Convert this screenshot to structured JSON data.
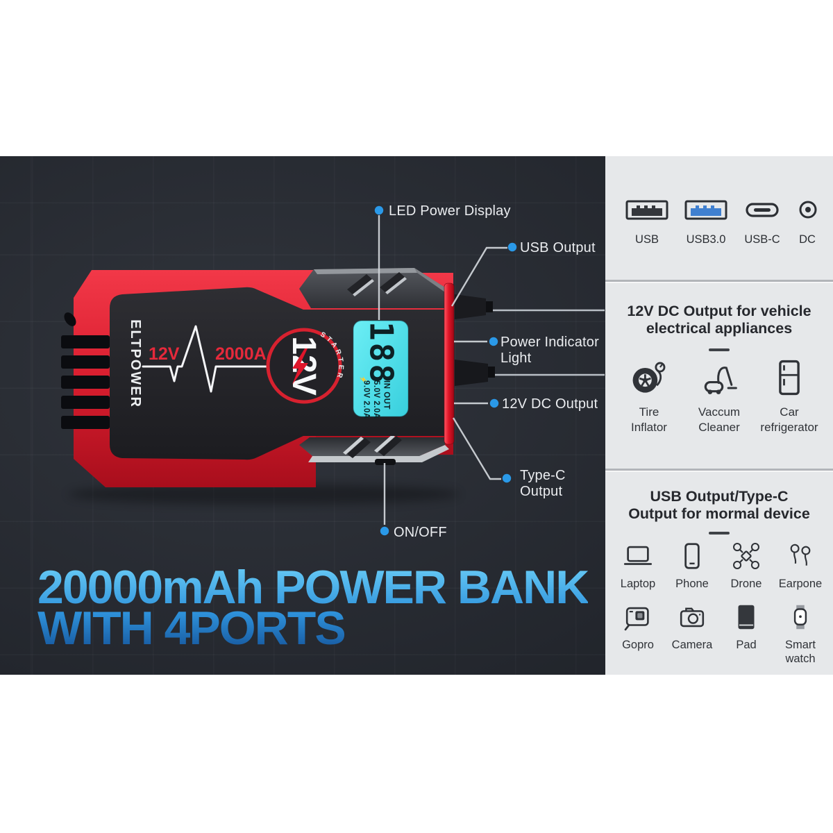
{
  "headline": {
    "line1": "20000mAh POWER BANK",
    "line2": "WITH 4PORTS"
  },
  "callouts": {
    "led": "LED Power Display",
    "usb": "USB Output",
    "power_indicator": "Power Indicator\nLight",
    "dc_12v": "12V DC Output",
    "type_c": "Type-C\nOutput",
    "on_off": "ON/OFF"
  },
  "product": {
    "brand": "ELTPOWER",
    "voltage": "12V",
    "peak_current": "2000A",
    "badge": {
      "voltage": "12V",
      "label": "STARTER"
    },
    "lcd": {
      "digits": "188",
      "bolt": "⚡",
      "row1": "IN OUT",
      "row2": "5.0V 2.0A",
      "row3": "9.0V 2.0A"
    }
  },
  "ports_panel": {
    "items": [
      {
        "icon": "usb-a-port-icon",
        "label": "USB"
      },
      {
        "icon": "usb3-port-icon",
        "label": "USB3.0"
      },
      {
        "icon": "usb-c-port-icon",
        "label": "USB-C"
      },
      {
        "icon": "dc-port-icon",
        "label": "DC"
      }
    ]
  },
  "dc_panel": {
    "title": "12V DC Output for vehicle\nelectrical appliances",
    "items": [
      {
        "icon": "tire-inflator-icon",
        "label": "Tire\nInflator"
      },
      {
        "icon": "vacuum-cleaner-icon",
        "label": "Vaccum\nCleaner"
      },
      {
        "icon": "car-refrigerator-icon",
        "label": "Car\nrefrigerator"
      }
    ]
  },
  "usb_panel": {
    "title": "USB  Output/Type-C\nOutput for mormal device",
    "items": [
      {
        "icon": "laptop-icon",
        "label": "Laptop"
      },
      {
        "icon": "phone-icon",
        "label": "Phone"
      },
      {
        "icon": "drone-icon",
        "label": "Drone"
      },
      {
        "icon": "earphone-icon",
        "label": "Earpone"
      },
      {
        "icon": "gopro-icon",
        "label": "Gopro"
      },
      {
        "icon": "camera-icon",
        "label": "Camera"
      },
      {
        "icon": "pad-icon",
        "label": "Pad"
      },
      {
        "icon": "smartwatch-icon",
        "label": "Smart\nwatch"
      }
    ]
  },
  "colors": {
    "accent_red": "#d7212f",
    "lcd_cyan": "#4fe2ec",
    "dot_blue": "#2a99e8",
    "dark_bg": "#262a32",
    "panel_bg": "#e6e8ea",
    "usb3_blue": "#4080d0",
    "headline_blue_top": "#66c9f5",
    "headline_blue_bottom": "#17599f"
  }
}
